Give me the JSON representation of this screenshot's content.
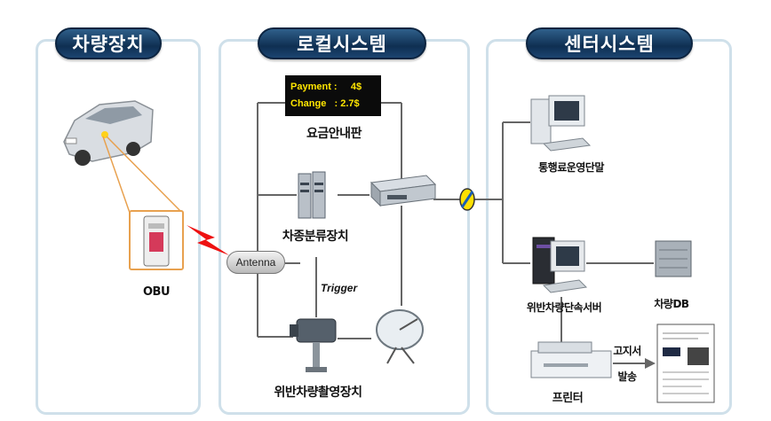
{
  "sections": [
    {
      "title": "차량장치"
    },
    {
      "title": "로컬시스템"
    },
    {
      "title": "센터시스템"
    }
  ],
  "sign": {
    "payment": "Payment :     4$",
    "change": "Change   : 2.7$"
  },
  "labels": {
    "fare_board": "요금안내판",
    "vehicle_classifier": "차종분류장치",
    "obu": "OBU",
    "antenna": "Antenna",
    "trigger": "Trigger",
    "violation_camera": "위반차량촬영장치",
    "toll_terminal": "통행료운영단말",
    "violation_server": "위반차량단속서버",
    "vehicle_db": "차량DB",
    "printer": "프린터",
    "notice_line1": "고지서",
    "notice_line2": "발송"
  }
}
